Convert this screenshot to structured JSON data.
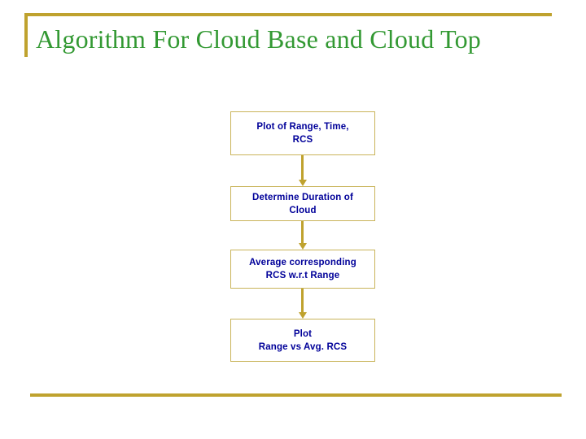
{
  "slide": {
    "title": "Algorithm For Cloud Base and Cloud Top",
    "title_color": "#339933",
    "rule_color": "#bfa22e",
    "background": "#ffffff"
  },
  "flowchart": {
    "box_border_color": "#c9b45a",
    "box_text_color": "#000099",
    "arrow_color": "#bfa22e",
    "boxes": [
      {
        "id": "plot-range-time-rcs",
        "label": "Plot of Range, Time,\nRCS"
      },
      {
        "id": "determine-duration-of-cloud",
        "label": "Determine Duration of\nCloud"
      },
      {
        "id": "average-corresponding-rcs",
        "label": "Average corresponding\nRCS w.r.t Range"
      },
      {
        "id": "plot-range-vs-avg-rcs",
        "label": "Plot\nRange vs Avg. RCS"
      }
    ],
    "arrows": [
      {
        "id": "arrow-1",
        "from": "plot-range-time-rcs",
        "to": "determine-duration-of-cloud"
      },
      {
        "id": "arrow-2",
        "from": "determine-duration-of-cloud",
        "to": "average-corresponding-rcs"
      },
      {
        "id": "arrow-3",
        "from": "average-corresponding-rcs",
        "to": "plot-range-vs-avg-rcs"
      }
    ]
  }
}
